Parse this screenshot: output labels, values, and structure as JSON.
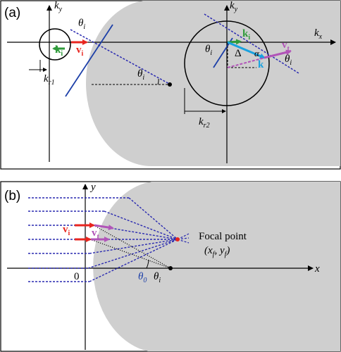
{
  "colors": {
    "lens": "#cfcfcf",
    "red": "#e8251f",
    "green": "#2f9a3a",
    "cyan": "#19a2e0",
    "magenta": "#b154b8",
    "blue": "#1c3fa8",
    "dash": "#2a2ab0"
  },
  "panel_a": {
    "tag": "(a)",
    "ky": "k",
    "ky_sub": "y",
    "ky2": "k",
    "ky2_sub": "y",
    "kx": "k",
    "kx_sub": "x",
    "theta": "θ",
    "theta_sub": "i",
    "ki": "k",
    "ki_sub": "i",
    "vi": "v",
    "vi_sub": "i",
    "kr1": "k",
    "kr1_sub": "r1",
    "kr2": "k",
    "kr2_sub": "r2",
    "k": "k",
    "vt": "v",
    "vt_sub": "t",
    "delta": "Δ",
    "alpha": "α"
  },
  "panel_b": {
    "tag": "(b)",
    "y": "y",
    "x": "x",
    "zero": "0",
    "vi": "v",
    "vi_sub": "i",
    "vt": "v",
    "vt_sub": "t",
    "focal_label": "Focal point",
    "focal_coords": "(x",
    "focal_f": "f",
    "focal_mid": ", y",
    "focal_end": ")",
    "theta0": "θ",
    "theta0_sub": "0",
    "thetai": "θ",
    "thetai_sub": "i"
  }
}
